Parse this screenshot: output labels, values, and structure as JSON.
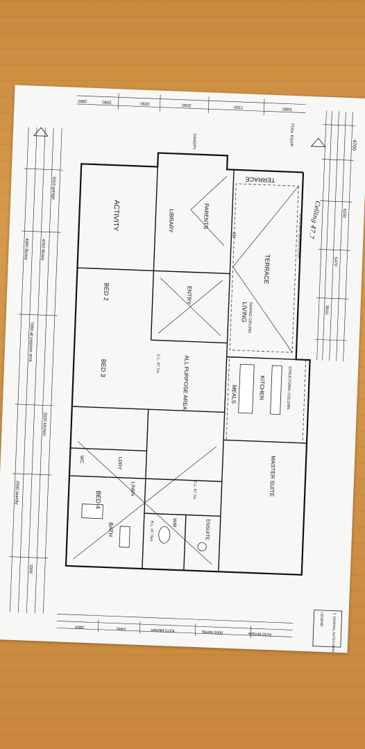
{
  "rooms": {
    "terrace_top": "TERRACE",
    "terrace_left": "TERRACE",
    "living": "LIVING",
    "kitchen": "KITCHEN",
    "meals": "MEALS",
    "parents": "PARENTS",
    "master_suite": "MASTER SUITE",
    "entry": "ENTRY",
    "all_purpose": "ALL PURPOSE AREA",
    "library": "LIBRARY",
    "activity": "ACTIVITY",
    "bed2": "BED 2",
    "bed3": "BED 3",
    "bed4": "BED 4",
    "ensuite": "ENSUITE",
    "wir": "WIR",
    "bath": "BATH",
    "linen": "LINEN",
    "ldry": "LDRY",
    "wc": "WC"
  },
  "notes": {
    "exposed_beams": "EXPOSED BEAMS OVER",
    "raking_ceiling": "RAKING CEILING",
    "ceiling_height": "C.L. 47.7m",
    "ceiling_height_b": "C.L. 47.7m",
    "handwritten": "Celling 47.7",
    "pool_equip": "POOL EQUIP",
    "reduced_level": "R.L. 47.75m",
    "structural_column": "STRUCTURAL COLUMN",
    "step_down": "SD",
    "canopy": "CANOPY"
  },
  "dims": {
    "top_total": "4700",
    "top_a": "6240",
    "top_b": "5470",
    "top_c": "3810",
    "side_a": "5480",
    "side_b": "7330",
    "side_c": "2290",
    "side_d": "2290",
    "side_e": "2090",
    "side_f": "1860",
    "bottom_a": "6110 garage",
    "bottom_b": "4250 library",
    "bottom_c": "7060 all purpose area",
    "bottom_d": "2500 laundry",
    "bottom_e": "3320 kitchen",
    "bottom_f": "4000 library",
    "bottom_g": "2300",
    "right_a": "4150 terrace",
    "right_b": "3000 family",
    "right_c": "4370 kitchen",
    "right_d": "2400",
    "right_e": "1800"
  },
  "stamp_text": "2. GENERAL NOTES DRAWING PERMIT",
  "title_block": "LEGEND"
}
